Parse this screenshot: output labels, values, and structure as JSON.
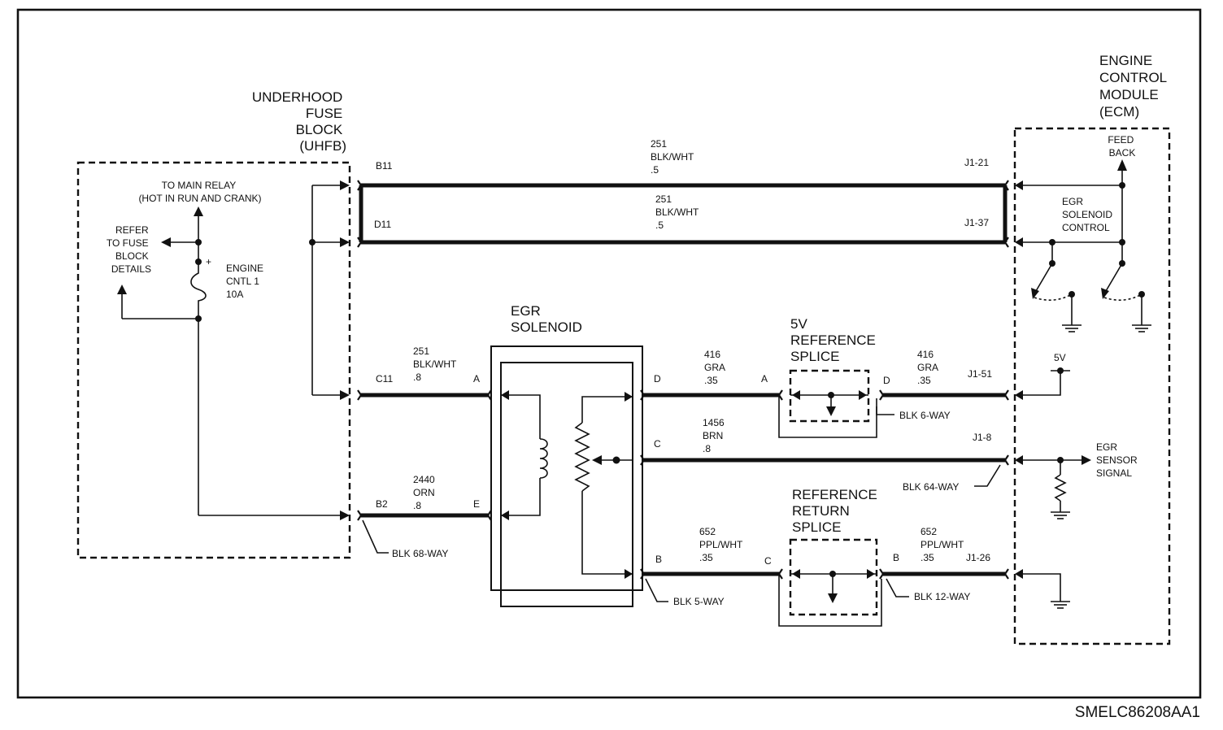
{
  "diagram": {
    "drawing_id": "SMELC86208AA1",
    "components": {
      "uhfb": {
        "title": [
          "UNDERHOOD",
          "FUSE",
          "BLOCK",
          "(UHFB)"
        ]
      },
      "ecm": {
        "title": [
          "ENGINE",
          "CONTROL",
          "MODULE",
          "(ECM)"
        ]
      },
      "egr_solenoid": {
        "title": [
          "EGR",
          "SOLENOID"
        ]
      },
      "ref5v_splice": {
        "title": [
          "5V",
          "REFERENCE",
          "SPLICE"
        ]
      },
      "ret_splice": {
        "title": [
          "REFERENCE",
          "RETURN",
          "SPLICE"
        ]
      }
    },
    "uhfb_internal": {
      "main_relay": [
        "TO MAIN RELAY",
        "(HOT IN RUN AND CRANK)"
      ],
      "refer": [
        "REFER",
        "TO FUSE",
        "BLOCK",
        "DETAILS"
      ],
      "fuse": [
        "ENGINE",
        "CNTL 1",
        "10A"
      ],
      "fuse_plus": "+"
    },
    "ecm_internal": {
      "feedback": [
        "FEED",
        "BACK"
      ],
      "egr_control": [
        "EGR",
        "SOLENOID",
        "CONTROL"
      ],
      "v5": "5V",
      "egr_signal": [
        "EGR",
        "SENSOR",
        "SIGNAL"
      ]
    },
    "wires": [
      {
        "id": "w-b11",
        "from": "B11",
        "to": "J1-21",
        "spec": [
          "251",
          "BLK/WHT",
          ".5"
        ]
      },
      {
        "id": "w-d11",
        "from": "D11",
        "to": "J1-37",
        "spec": [
          "251",
          "BLK/WHT",
          ".5"
        ]
      },
      {
        "id": "w-c11",
        "from": "C11",
        "to": "A",
        "spec": [
          "251",
          "BLK/WHT",
          ".8"
        ]
      },
      {
        "id": "w-b2",
        "from": "B2",
        "to": "E",
        "spec": [
          "2440",
          "ORN",
          ".8"
        ]
      },
      {
        "id": "w-416a",
        "from": "D",
        "to": "A",
        "spec": [
          "416",
          "GRA",
          ".35"
        ]
      },
      {
        "id": "w-416b",
        "from": "D",
        "to": "J1-51",
        "spec": [
          "416",
          "GRA",
          ".35"
        ]
      },
      {
        "id": "w-1456",
        "from": "C",
        "to": "J1-8",
        "spec": [
          "1456",
          "BRN",
          ".8"
        ]
      },
      {
        "id": "w-652a",
        "from": "B",
        "to": "C",
        "spec": [
          "652",
          "PPL/WHT",
          ".35"
        ]
      },
      {
        "id": "w-652b",
        "from": "B",
        "to": "J1-26",
        "spec": [
          "652",
          "PPL/WHT",
          ".35"
        ]
      }
    ],
    "connectors": {
      "blk68": "BLK 68-WAY",
      "blk6": "BLK 6-WAY",
      "blk64": "BLK 64-WAY",
      "blk5": "BLK 5-WAY",
      "blk12": "BLK 12-WAY"
    }
  }
}
